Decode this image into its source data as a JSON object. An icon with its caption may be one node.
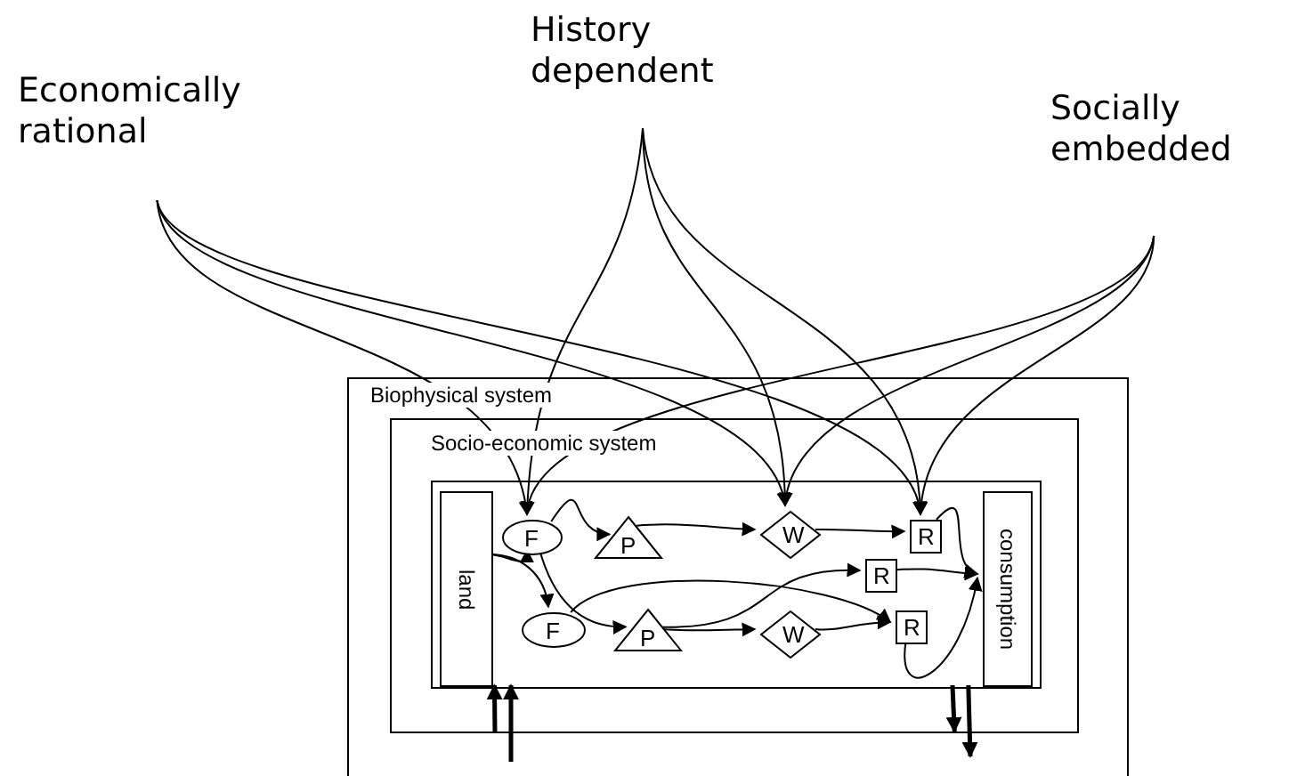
{
  "diagram": {
    "nodes": [
      {
        "text": [
          "Biophysical system"
        ]
      },
      {
        "text": [
          "Socio-economic system"
        ],
        "in": 0
      },
      {
        "text": [],
        "shape": "box",
        "in": 1
      },
      {
        "text": [
          "land"
        ],
        "in": 2
      },
      {
        "text": [
          "F"
        ],
        "in": 2
      },
      {
        "text": [
          "F"
        ],
        "in": 2
      },
      {
        "text": [
          "P"
        ],
        "in": 2
      },
      {
        "text": [
          "P"
        ],
        "in": 2
      },
      {
        "text": [
          "W"
        ],
        "in": 2
      },
      {
        "text": [
          "W"
        ],
        "in": 2
      },
      {
        "text": [
          "R"
        ],
        "in": 2
      },
      {
        "text": [
          "R"
        ],
        "in": 2
      },
      {
        "text": [
          "R"
        ],
        "in": 2
      },
      {
        "text": [
          "consumption"
        ],
        "in": 2
      },
      {
        "text": [
          "Economically rational"
        ]
      },
      {
        "text": [
          "History dependent"
        ]
      },
      {
        "text": [
          "Socially embedded"
        ]
      }
    ],
    "edges": [
      {
        "from": 3,
        "to": 4,
        "arrow": "to"
      },
      {
        "from": 3,
        "to": 5,
        "arrow": "to"
      },
      {
        "from": 4,
        "to": 6,
        "arrow": "to"
      },
      {
        "from": 4,
        "to": 7,
        "arrow": "to"
      },
      {
        "from": 5,
        "to": 12,
        "arrow": "to"
      },
      {
        "from": 7,
        "to": 11,
        "arrow": "to"
      },
      {
        "from": 6,
        "to": 8,
        "arrow": "to"
      },
      {
        "from": 7,
        "to": 9,
        "arrow": "to"
      },
      {
        "from": 8,
        "to": 10,
        "arrow": "to"
      },
      {
        "from": 9,
        "to": 12,
        "arrow": "to"
      },
      {
        "from": 10,
        "to": 13,
        "arrow": "to"
      },
      {
        "from": 11,
        "to": 13,
        "arrow": "to"
      },
      {
        "from": 12,
        "to": 13,
        "arrow": "to"
      },
      {
        "from": 14,
        "to": 4,
        "arrow": "to"
      },
      {
        "from": 14,
        "to": 8,
        "arrow": "to"
      },
      {
        "from": 14,
        "to": 10,
        "arrow": "to"
      },
      {
        "from": 15,
        "to": 4,
        "arrow": "to"
      },
      {
        "from": 15,
        "to": 8,
        "arrow": "to"
      },
      {
        "from": 15,
        "to": 10,
        "arrow": "to"
      },
      {
        "from": 16,
        "to": 4,
        "arrow": "to"
      },
      {
        "from": 16,
        "to": 8,
        "arrow": "to"
      },
      {
        "from": 16,
        "to": 10,
        "arrow": "to"
      },
      {
        "from": 1,
        "to": 2,
        "arrow": "to",
        "style": "thick"
      },
      {
        "from": null,
        "to": 2,
        "arrow": "to",
        "style": "thick"
      },
      {
        "from": 2,
        "to": 1,
        "arrow": "to",
        "style": "thick"
      },
      {
        "from": 2,
        "to": null,
        "arrow": "to",
        "style": "thick"
      }
    ]
  }
}
